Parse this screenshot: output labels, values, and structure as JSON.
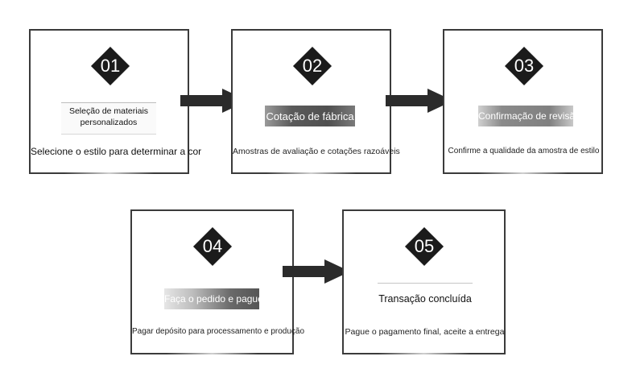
{
  "steps": [
    {
      "num": "01",
      "title": "Seleção de materiais personalizados",
      "desc": "Selecione o estilo para determinar a cor"
    },
    {
      "num": "02",
      "title": "Cotação de fábrica",
      "desc": "Amostras de avaliação e cotações razoáveis"
    },
    {
      "num": "03",
      "title": "Confirmação de revisão",
      "desc": "Confirme a qualidade da amostra de estilo"
    },
    {
      "num": "04",
      "title": "Faça o pedido e pague",
      "desc": "Pagar depósito para processamento e produção"
    },
    {
      "num": "05",
      "title": "Transação concluída",
      "desc": "Pague o pagamento final, aceite a entrega"
    }
  ],
  "colors": {
    "border": "#3b3b3b",
    "diamond": "#1b1b1b",
    "arrow": "#2b2b2b",
    "banner": "#6f6f6f"
  },
  "icons": {
    "arrow": "right-arrow-icon",
    "badge": "diamond-number-badge"
  }
}
